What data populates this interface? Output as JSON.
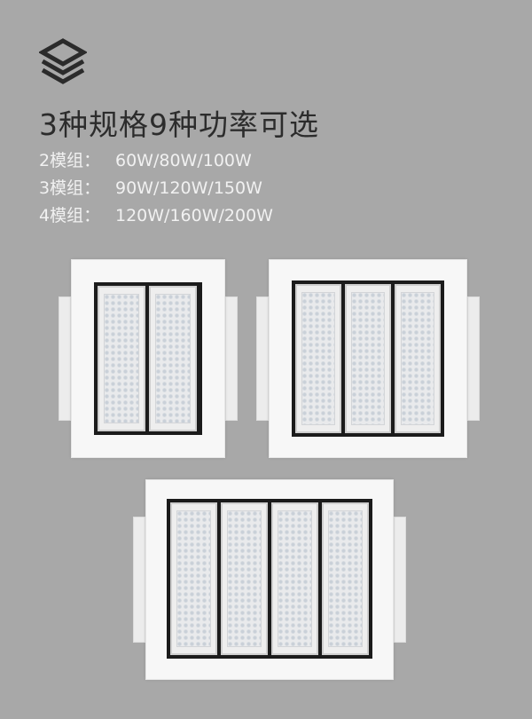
{
  "title": "3种规格9种功率可选",
  "specs": [
    {
      "label": "2模组：",
      "powers": "60W/80W/100W"
    },
    {
      "label": "3模组：",
      "powers": "90W/120W/150W"
    },
    {
      "label": "4模组：",
      "powers": "120W/160W/200W"
    }
  ],
  "colors": {
    "background": "#a8a8a8",
    "title": "#2c2c2c",
    "spec_text": "#f1f1f1",
    "logo": "#2b2b2b"
  },
  "icons": {
    "logo": "layers-icon"
  },
  "fixtures": [
    {
      "name": "2-module-fixture",
      "modules": 2
    },
    {
      "name": "3-module-fixture",
      "modules": 3
    },
    {
      "name": "4-module-fixture",
      "modules": 4
    }
  ]
}
